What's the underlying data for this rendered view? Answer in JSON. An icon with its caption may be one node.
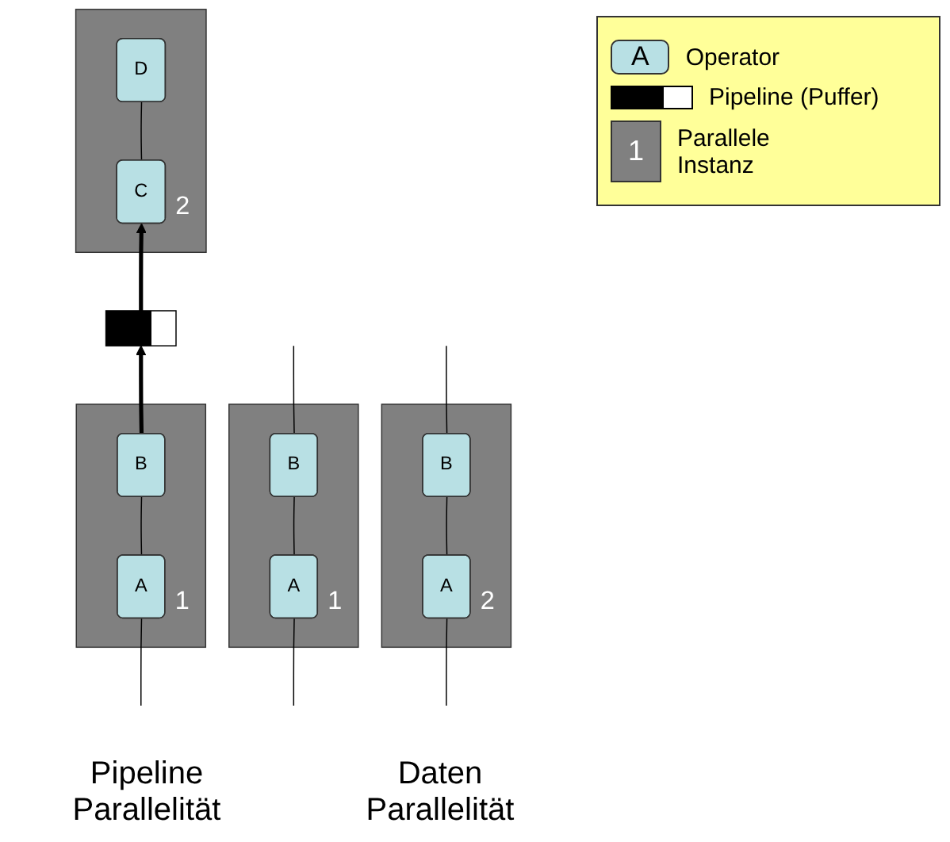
{
  "diagram": {
    "nodes": [
      {
        "text": [
          "2"
        ]
      },
      {
        "text": [
          "D"
        ],
        "in": 0
      },
      {
        "text": [
          "C"
        ],
        "in": 0
      },
      {
        "text": [],
        "shape": "bar"
      },
      {
        "text": [
          "1"
        ]
      },
      {
        "text": [
          "B"
        ],
        "in": 4
      },
      {
        "text": [
          "A"
        ],
        "in": 4
      },
      {
        "text": [
          "1"
        ]
      },
      {
        "text": [
          "B"
        ],
        "in": 7
      },
      {
        "text": [
          "A"
        ],
        "in": 7
      },
      {
        "text": [
          "2"
        ]
      },
      {
        "text": [
          "B"
        ],
        "in": 10
      },
      {
        "text": [
          "A"
        ],
        "in": 10
      }
    ],
    "edges": [
      {
        "from": 6,
        "to": 5,
        "arrow": "none"
      },
      {
        "from": 5,
        "to": 3,
        "arrow": "to",
        "style": "thick"
      },
      {
        "from": 3,
        "to": 2,
        "arrow": "to",
        "style": "thick"
      },
      {
        "from": 2,
        "to": 1,
        "arrow": "none"
      },
      {
        "from": null,
        "to": 6,
        "arrow": "none"
      },
      {
        "from": null,
        "to": 9,
        "arrow": "none"
      },
      {
        "from": 9,
        "to": 8,
        "arrow": "none"
      },
      {
        "from": 8,
        "to": null,
        "arrow": "none"
      },
      {
        "from": null,
        "to": 12,
        "arrow": "none"
      },
      {
        "from": 12,
        "to": 11,
        "arrow": "none"
      },
      {
        "from": 11,
        "to": null,
        "arrow": "none"
      }
    ],
    "labels": [
      "A",
      "1",
      "Pipeline Parallelität",
      "Daten Parallelität"
    ],
    "legend": [
      {
        "text": "Operator"
      },
      {
        "text": "Pipeline (Puffer)"
      },
      {
        "text": "Parallele Instanz"
      }
    ]
  }
}
